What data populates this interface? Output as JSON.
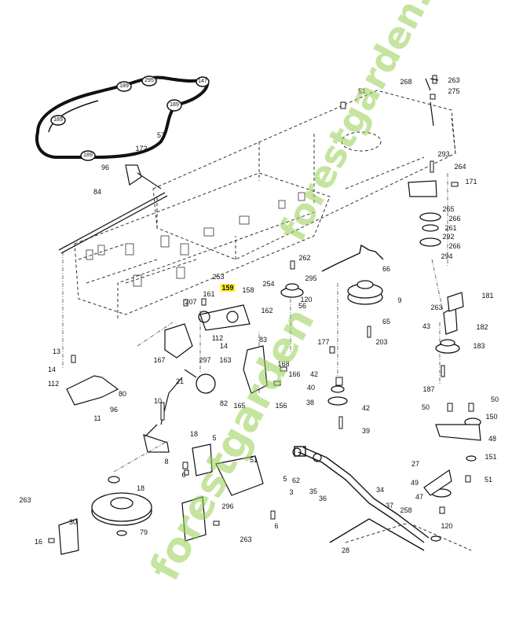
{
  "watermark": {
    "text_top": "forestgarden.com",
    "text_bottom": "forestgarden",
    "color": "#96cd50"
  },
  "highlight_color": "#ffef2a",
  "belt_labels": [
    "189",
    "295",
    "147",
    "189",
    "189",
    "189"
  ],
  "callouts": [
    {
      "t": "268"
    },
    {
      "t": "263"
    },
    {
      "t": "275"
    },
    {
      "t": "51"
    },
    {
      "t": "57"
    },
    {
      "t": "172"
    },
    {
      "t": "96"
    },
    {
      "t": "293"
    },
    {
      "t": "264"
    },
    {
      "t": "171"
    },
    {
      "t": "84"
    },
    {
      "t": "265"
    },
    {
      "t": "266"
    },
    {
      "t": "261"
    },
    {
      "t": "292"
    },
    {
      "t": "266"
    },
    {
      "t": "294"
    },
    {
      "t": "262"
    },
    {
      "t": "66"
    },
    {
      "t": "253"
    },
    {
      "t": "295"
    },
    {
      "t": "254"
    },
    {
      "t": "159",
      "hl": true
    },
    {
      "t": "161"
    },
    {
      "t": "158"
    },
    {
      "t": "207"
    },
    {
      "t": "120"
    },
    {
      "t": "56"
    },
    {
      "t": "9"
    },
    {
      "t": "263"
    },
    {
      "t": "181"
    },
    {
      "t": "162"
    },
    {
      "t": "65"
    },
    {
      "t": "43"
    },
    {
      "t": "182"
    },
    {
      "t": "112"
    },
    {
      "t": "14"
    },
    {
      "t": "297"
    },
    {
      "t": "83"
    },
    {
      "t": "203"
    },
    {
      "t": "177"
    },
    {
      "t": "183"
    },
    {
      "t": "13"
    },
    {
      "t": "167"
    },
    {
      "t": "163"
    },
    {
      "t": "168"
    },
    {
      "t": "166"
    },
    {
      "t": "42"
    },
    {
      "t": "14"
    },
    {
      "t": "112"
    },
    {
      "t": "80"
    },
    {
      "t": "21"
    },
    {
      "t": "40"
    },
    {
      "t": "187"
    },
    {
      "t": "96"
    },
    {
      "t": "82"
    },
    {
      "t": "165"
    },
    {
      "t": "156"
    },
    {
      "t": "50"
    },
    {
      "t": "50"
    },
    {
      "t": "11"
    },
    {
      "t": "10"
    },
    {
      "t": "38"
    },
    {
      "t": "42"
    },
    {
      "t": "150"
    },
    {
      "t": "39"
    },
    {
      "t": "48"
    },
    {
      "t": "18"
    },
    {
      "t": "8"
    },
    {
      "t": "5"
    },
    {
      "t": "27"
    },
    {
      "t": "151"
    },
    {
      "t": "6"
    },
    {
      "t": "51"
    },
    {
      "t": "5"
    },
    {
      "t": "62"
    },
    {
      "t": "3"
    },
    {
      "t": "18"
    },
    {
      "t": "35"
    },
    {
      "t": "36"
    },
    {
      "t": "34"
    },
    {
      "t": "49"
    },
    {
      "t": "51"
    },
    {
      "t": "47"
    },
    {
      "t": "296"
    },
    {
      "t": "37"
    },
    {
      "t": "263"
    },
    {
      "t": "30"
    },
    {
      "t": "6"
    },
    {
      "t": "258"
    },
    {
      "t": "120"
    },
    {
      "t": "16"
    },
    {
      "t": "79"
    },
    {
      "t": "263"
    },
    {
      "t": "28"
    }
  ]
}
